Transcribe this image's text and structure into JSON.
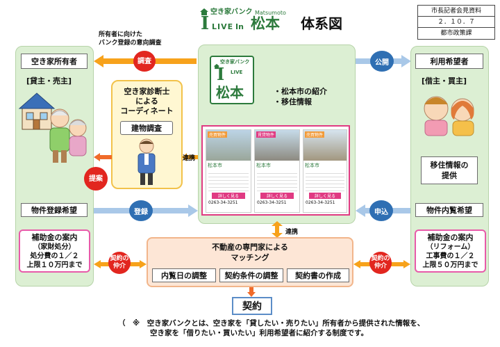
{
  "header": {
    "brand_small": "空き家バンク",
    "logo_live": "LIVE",
    "logo_i": "I",
    "logo_in": "In",
    "logo_en": "Matsumoto",
    "logo_kanji": "松本",
    "title": "体系図",
    "stamp": [
      "市長記者会見資料",
      "２．１０．７",
      "都市政策課"
    ]
  },
  "owner": {
    "top_note": "所有者に向けた\nバンク登録の意向調査",
    "heading": "空き家所有者",
    "subheading": "[貸主・売主]",
    "register_box": "物件登録希望",
    "subsidy_title": "補助金の案内",
    "subsidy_sub": "（家財処分）",
    "subsidy_line1": "処分費の１／２",
    "subsidy_line2": "上限１０万円まで"
  },
  "consultant": {
    "title_line1": "空き家診断士",
    "title_line2": "による",
    "title_line3": "コーディネート",
    "survey_box": "建物調査"
  },
  "bank": {
    "bullet1": "・松本市の紹介",
    "bullet2": "・移住情報",
    "listings": [
      {
        "badge": "売買物件",
        "city": "松本市",
        "phone": "0263-34-3251",
        "btn": "詳しく見る"
      },
      {
        "badge": "賃貸物件",
        "city": "松本市",
        "phone": "0263-34-3251",
        "btn": "詳しく見る"
      },
      {
        "badge": "売買物件",
        "city": "松本市",
        "phone": "0263-34-3251",
        "btn": "詳しく見る"
      }
    ]
  },
  "user": {
    "heading": "利用希望者",
    "subheading": "[借主・買主]",
    "info_box": "移住情報の\n提供",
    "browse_box": "物件内覧希望",
    "subsidy_title": "補助金の案内",
    "subsidy_sub": "（リフォーム）",
    "subsidy_line1": "工事費の１／２",
    "subsidy_line2": "上限５０万円まで"
  },
  "expert": {
    "title_line1": "不動産の専門家による",
    "title_line2": "マッチング",
    "items": [
      "内覧日の調整",
      "契約条件の調整",
      "契約書の作成"
    ]
  },
  "labels": {
    "survey": "調査",
    "propose": "提案",
    "publish": "公開",
    "register": "登録",
    "apply": "申込",
    "link": "連携",
    "link2": "連携",
    "broker_left": "契約の\n仲介",
    "broker_right": "契約の\n仲介",
    "contract": "契約"
  },
  "footnote": {
    "line1": "（　※　空き家バンクとは、空き家を「貸したい・売りたい」所有者から提供された情報を、",
    "line2": "空き家を「借りたい・買いたい」利用希望者に紹介する制度です。"
  },
  "colors": {
    "orange": "#f7a21b",
    "blue": "#2f6fb3",
    "green_panel": "#dcefd3",
    "pink": "#e85aa9",
    "red": "#e2261f",
    "logo_green": "#2c7a3c"
  }
}
